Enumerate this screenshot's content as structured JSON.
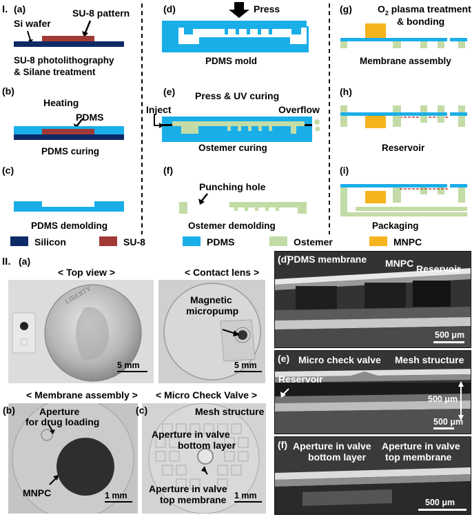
{
  "part1": {
    "label": "I.",
    "a": {
      "tag": "(a)",
      "si_wafer": "Si wafer",
      "su8_pattern": "SU-8 pattern",
      "caption_line1": "SU-8 photolithography",
      "caption_line2": "& Silane treatment"
    },
    "b": {
      "tag": "(b)",
      "heating": "Heating",
      "pdms": "PDMS",
      "caption": "PDMS curing"
    },
    "c": {
      "tag": "(c)",
      "caption": "PDMS demolding"
    },
    "d": {
      "tag": "(d)",
      "press": "Press",
      "caption": "PDMS mold"
    },
    "e": {
      "tag": "(e)",
      "title": "Press & UV curing",
      "inject": "Inject",
      "overflow": "Overflow",
      "caption": "Ostemer curing"
    },
    "f": {
      "tag": "(f)",
      "punch": "Punching hole",
      "caption": "Ostemer demolding"
    },
    "g": {
      "tag": "(g)",
      "title_o": "O",
      "title_sub": "2",
      "title_rest": " plasma treatment",
      "title_line2": "& bonding",
      "caption": "Membrane assembly"
    },
    "h": {
      "tag": "(h)",
      "caption": "Reservoir"
    },
    "i": {
      "tag": "(i)",
      "caption": "Packaging"
    }
  },
  "legend": [
    {
      "label": "Silicon",
      "color": "#0e2a66"
    },
    {
      "label": "SU-8",
      "color": "#a13a36"
    },
    {
      "label": "PDMS",
      "color": "#1aaee8"
    },
    {
      "label": "Ostemer",
      "color": "#c3dba6"
    },
    {
      "label": "MNPC",
      "color": "#f5b31d"
    }
  ],
  "part2": {
    "label": "II.",
    "a": {
      "tag": "(a)",
      "top_view": "< Top view >",
      "contact_lens": "< Contact lens >",
      "magnetic": "Magnetic",
      "micropump": "micropump",
      "sb1": "5 mm",
      "sb2": "5 mm"
    },
    "b": {
      "tag": "(b)",
      "title": "< Membrane assembly >",
      "aperture1": "Aperture",
      "aperture2": "for drug loading",
      "mnpc": "MNPC",
      "sb": "1 mm"
    },
    "c": {
      "tag": "(c)",
      "title": "< Micro Check Valve >",
      "mesh": "Mesh structure",
      "ap_bottom1": "Aperture in valve",
      "ap_bottom2": "bottom layer",
      "ap_top1": "Aperture in valve",
      "ap_top2": "top membrane",
      "sb": "1 mm"
    },
    "d": {
      "tag": "(d)",
      "pdms_membrane": "PDMS membrane",
      "mnpc": "MNPC",
      "reservoir": "Reservoir",
      "sb": "500 μm"
    },
    "e": {
      "tag": "(e)",
      "check_valve": "Micro check valve",
      "mesh": "Mesh structure",
      "reservoir": "Reservoir",
      "height": "500 μm",
      "sb": "500 μm"
    },
    "f": {
      "tag": "(f)",
      "ap_bottom1": "Aperture in valve",
      "ap_bottom2": "bottom layer",
      "ap_top1": "Aperture in valve",
      "ap_top2": "top membrane",
      "sb": "500 μm"
    }
  }
}
